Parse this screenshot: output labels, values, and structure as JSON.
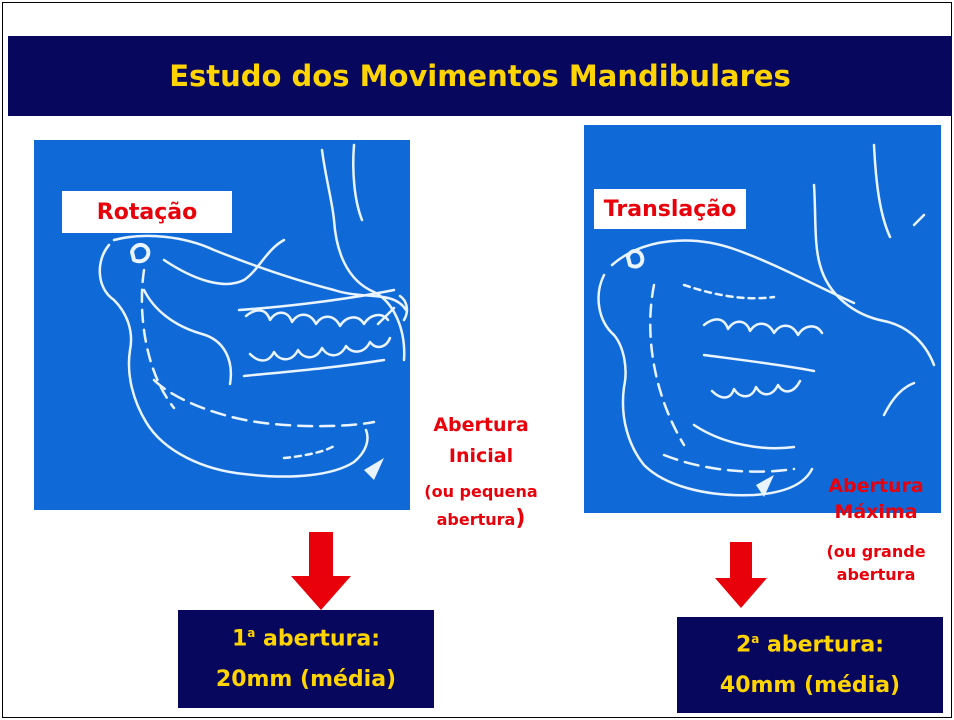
{
  "title": "Estudo dos Movimentos Mandibulares",
  "left": {
    "label": "Rotação",
    "caption_line1": "Abertura",
    "caption_line2": "Inicial",
    "caption_line3": "(ou pequena",
    "caption_line4": "abertura",
    "caption_line4_suffix": ")",
    "result_num": "1",
    "result_sup": "a",
    "result_line1_rest": " abertura:",
    "result_line2": "20mm (média)"
  },
  "right": {
    "label": "Translação",
    "caption_line1": "Abertura",
    "caption_line2": "Máxima",
    "caption_line3": "(ou grande",
    "caption_line4": "abertura",
    "result_num": "2",
    "result_sup": "a",
    "result_line1_rest": " abertura:",
    "result_line2": "40mm (média)"
  },
  "colors": {
    "title_bg": "#07075e",
    "title_text": "#ffd400",
    "photo_bg": "#0f6ad8",
    "label_red": "#e8000b"
  }
}
